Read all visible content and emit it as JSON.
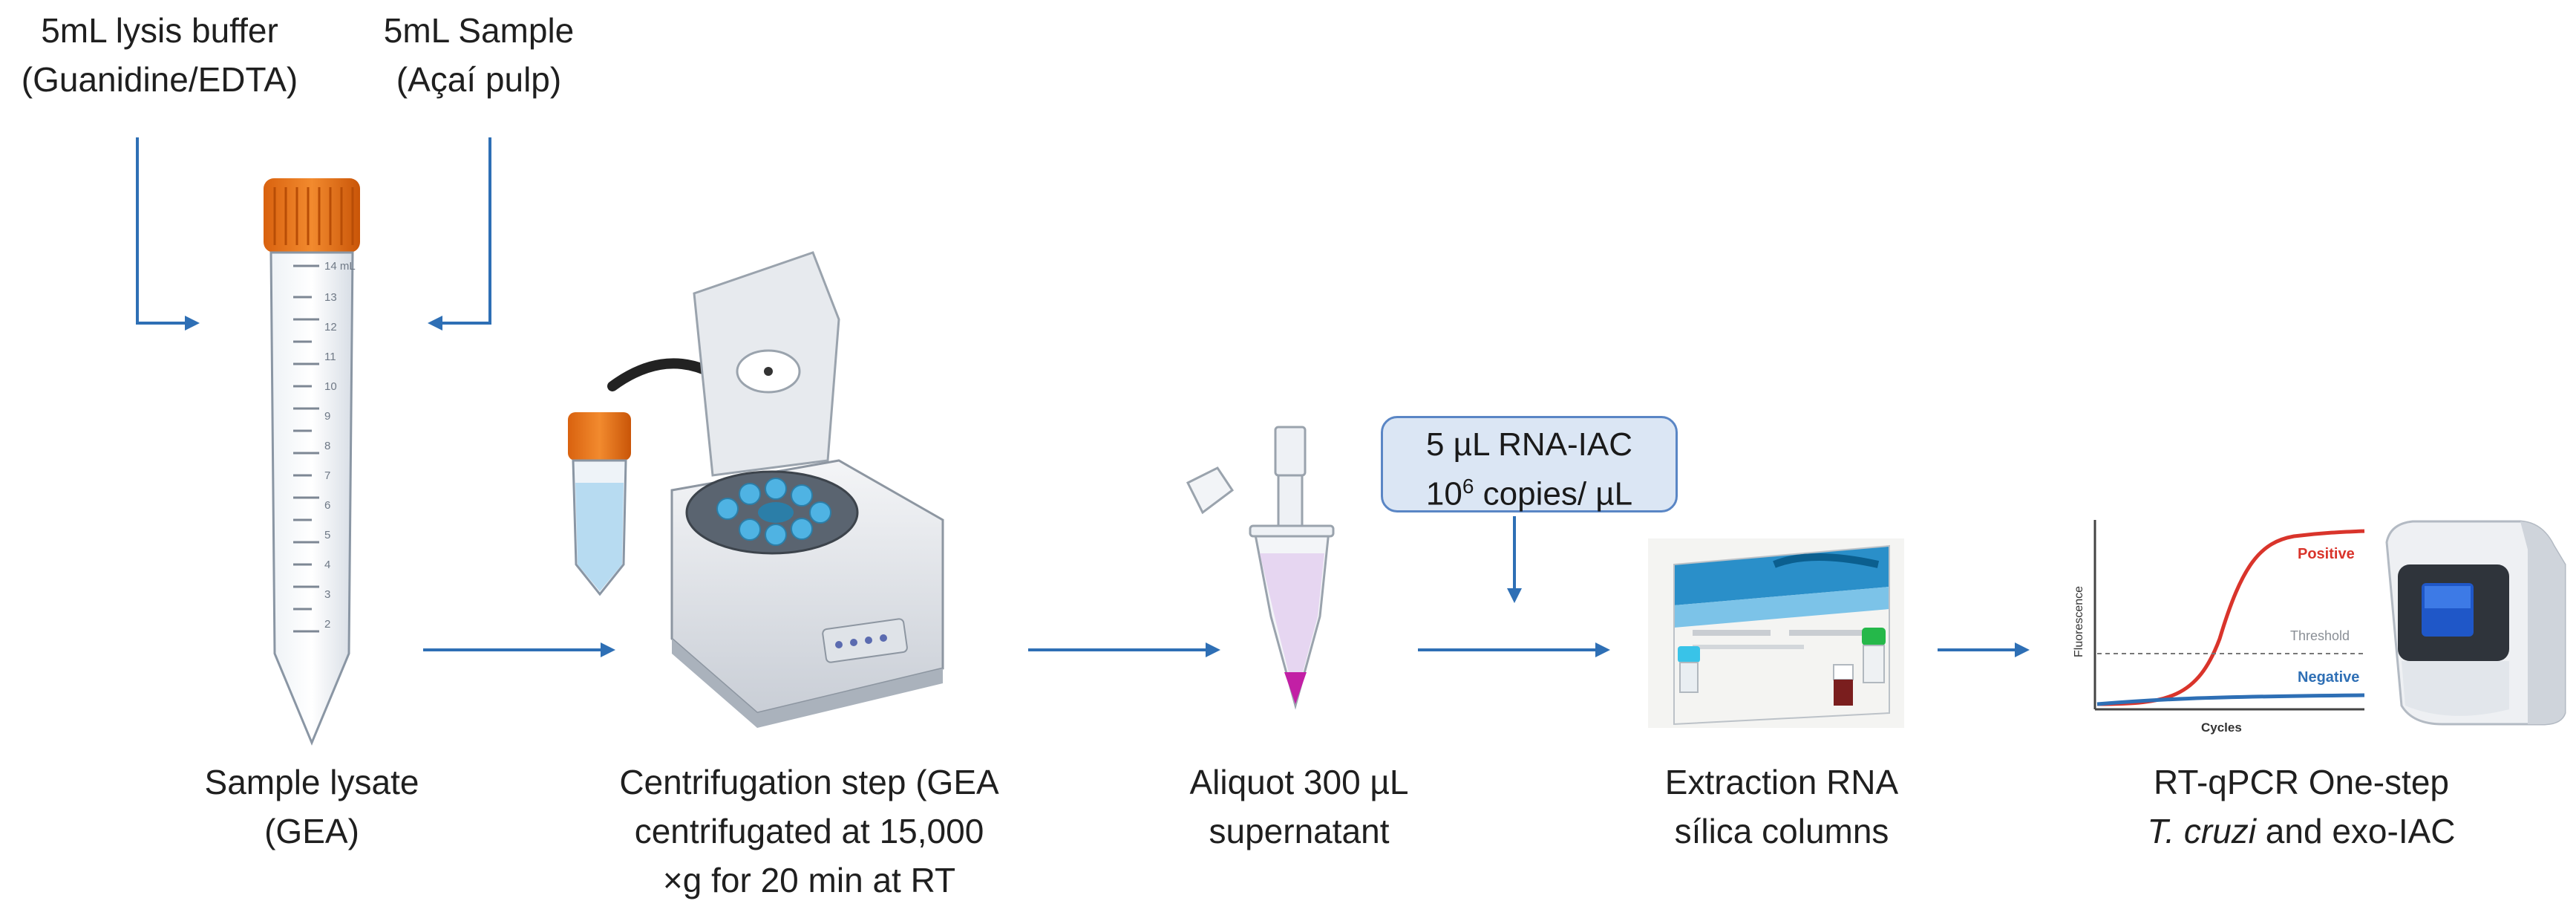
{
  "inputs": {
    "lysis_buffer": [
      "5mL lysis buffer",
      "(Guanidine/EDTA)"
    ],
    "sample": [
      "5mL Sample",
      "(Açaí pulp)"
    ]
  },
  "steps": [
    {
      "line1": "Sample lysate",
      "line2": "(GEA)"
    },
    {
      "line1": "Centrifugation step (GEA",
      "line2": "centrifugated at 15,000",
      "line3": "×g for 20 min at RT"
    },
    {
      "line1": "Aliquot 300 µL",
      "line2": "supernatant"
    },
    {
      "line1": "Extraction RNA",
      "line2": "sílica columns"
    },
    {
      "line1": "RT-qPCR One-step",
      "line2_italic": "T. cruzi",
      "line2_rest": " and exo-IAC"
    }
  ],
  "iac": {
    "line1": "5 µL RNA-IAC",
    "line2_base": "10",
    "line2_exp": "6",
    "line2_rest": " copies/ µL"
  },
  "tube_scale": [
    "14 mL",
    "13",
    "12",
    "11",
    "10",
    "9",
    "8",
    "7",
    "6",
    "5",
    "4",
    "3",
    "2"
  ],
  "chart": {
    "positive": "Positive",
    "threshold": "Threshold",
    "negative": "Negative",
    "ylabel": "Fluorescence",
    "xlabel": "Cycles"
  },
  "colors": {
    "arrow": "#2e6fb5",
    "orange_cap": "#e8731a",
    "positive": "#d9342b",
    "negative": "#2e6fb5"
  }
}
